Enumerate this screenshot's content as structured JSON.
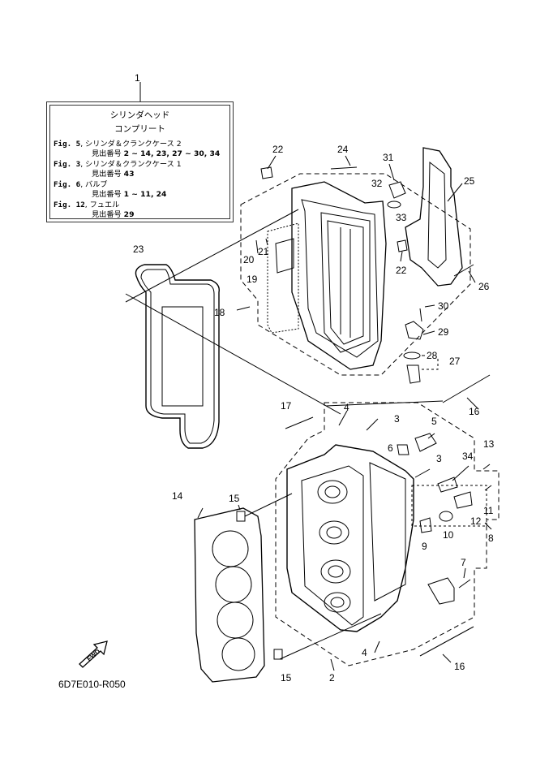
{
  "legend": {
    "ref_number": "1",
    "title_line1": "シリンダヘッド",
    "title_line2": "コンプリート",
    "rows": [
      {
        "fig": "Fig. 5",
        "text": ", シリンダ＆クランクケース 2",
        "sub_label": "見出番号 ",
        "sub_value": "2 ~ 14, 23, 27 ~ 30, 34"
      },
      {
        "fig": "Fig. 3",
        "text": ", シリンダ＆クランクケース 1",
        "sub_label": "見出番号 ",
        "sub_value": "43"
      },
      {
        "fig": "Fig. 6",
        "text": ", バルブ",
        "sub_label": "見出番号 ",
        "sub_value": "1 ~ 11, 24"
      },
      {
        "fig": "Fig. 12",
        "text": ", フュエル",
        "sub_label": "見出番号 ",
        "sub_value": "29"
      }
    ]
  },
  "callouts": [
    "22",
    "24",
    "31",
    "32",
    "25",
    "33",
    "22",
    "26",
    "20",
    "21",
    "19",
    "23",
    "18",
    "30",
    "29",
    "28",
    "27",
    "16",
    "17",
    "4",
    "3",
    "5",
    "6",
    "13",
    "3",
    "34",
    "14",
    "15",
    "11",
    "12",
    "10",
    "9",
    "8",
    "7",
    "FWD",
    "4",
    "15",
    "2",
    "16"
  ],
  "fwd_label": "FWD",
  "drawing_code": "6D7E010-R050"
}
